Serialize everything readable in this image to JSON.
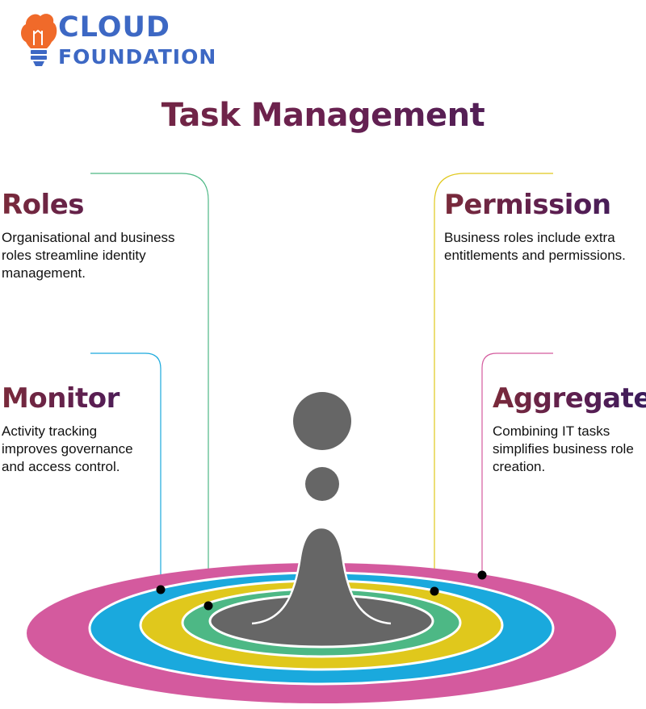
{
  "logo": {
    "line1": "CLOUD",
    "line2": "FOUNDATION"
  },
  "title": "Task Management",
  "sections": {
    "roles": {
      "heading": "Roles",
      "text": "Organisational and business roles streamline identity management.",
      "color": "#4db885"
    },
    "permission": {
      "heading": "Permission",
      "text": "Business roles include extra entitlements and permissions.",
      "color": "#e0c81c"
    },
    "monitor": {
      "heading": "Monitor",
      "text": "Activity tracking improves governance and access control.",
      "color": "#1aa9dd"
    },
    "aggregate": {
      "heading": "Aggregate",
      "text": "Combining IT tasks simplifies business role creation.",
      "color": "#d45a9e"
    }
  },
  "colors": {
    "ring_outer": "#d45a9e",
    "ring_blue": "#1aa9dd",
    "ring_yellow": "#e0c81c",
    "ring_green": "#4db885",
    "center": "#666666",
    "logo_blue": "#3d68c4",
    "logo_orange": "#f06a2a"
  },
  "icons": {
    "logo": "lightbulb-cloud-icon",
    "drop": "water-drop-splash-icon"
  }
}
